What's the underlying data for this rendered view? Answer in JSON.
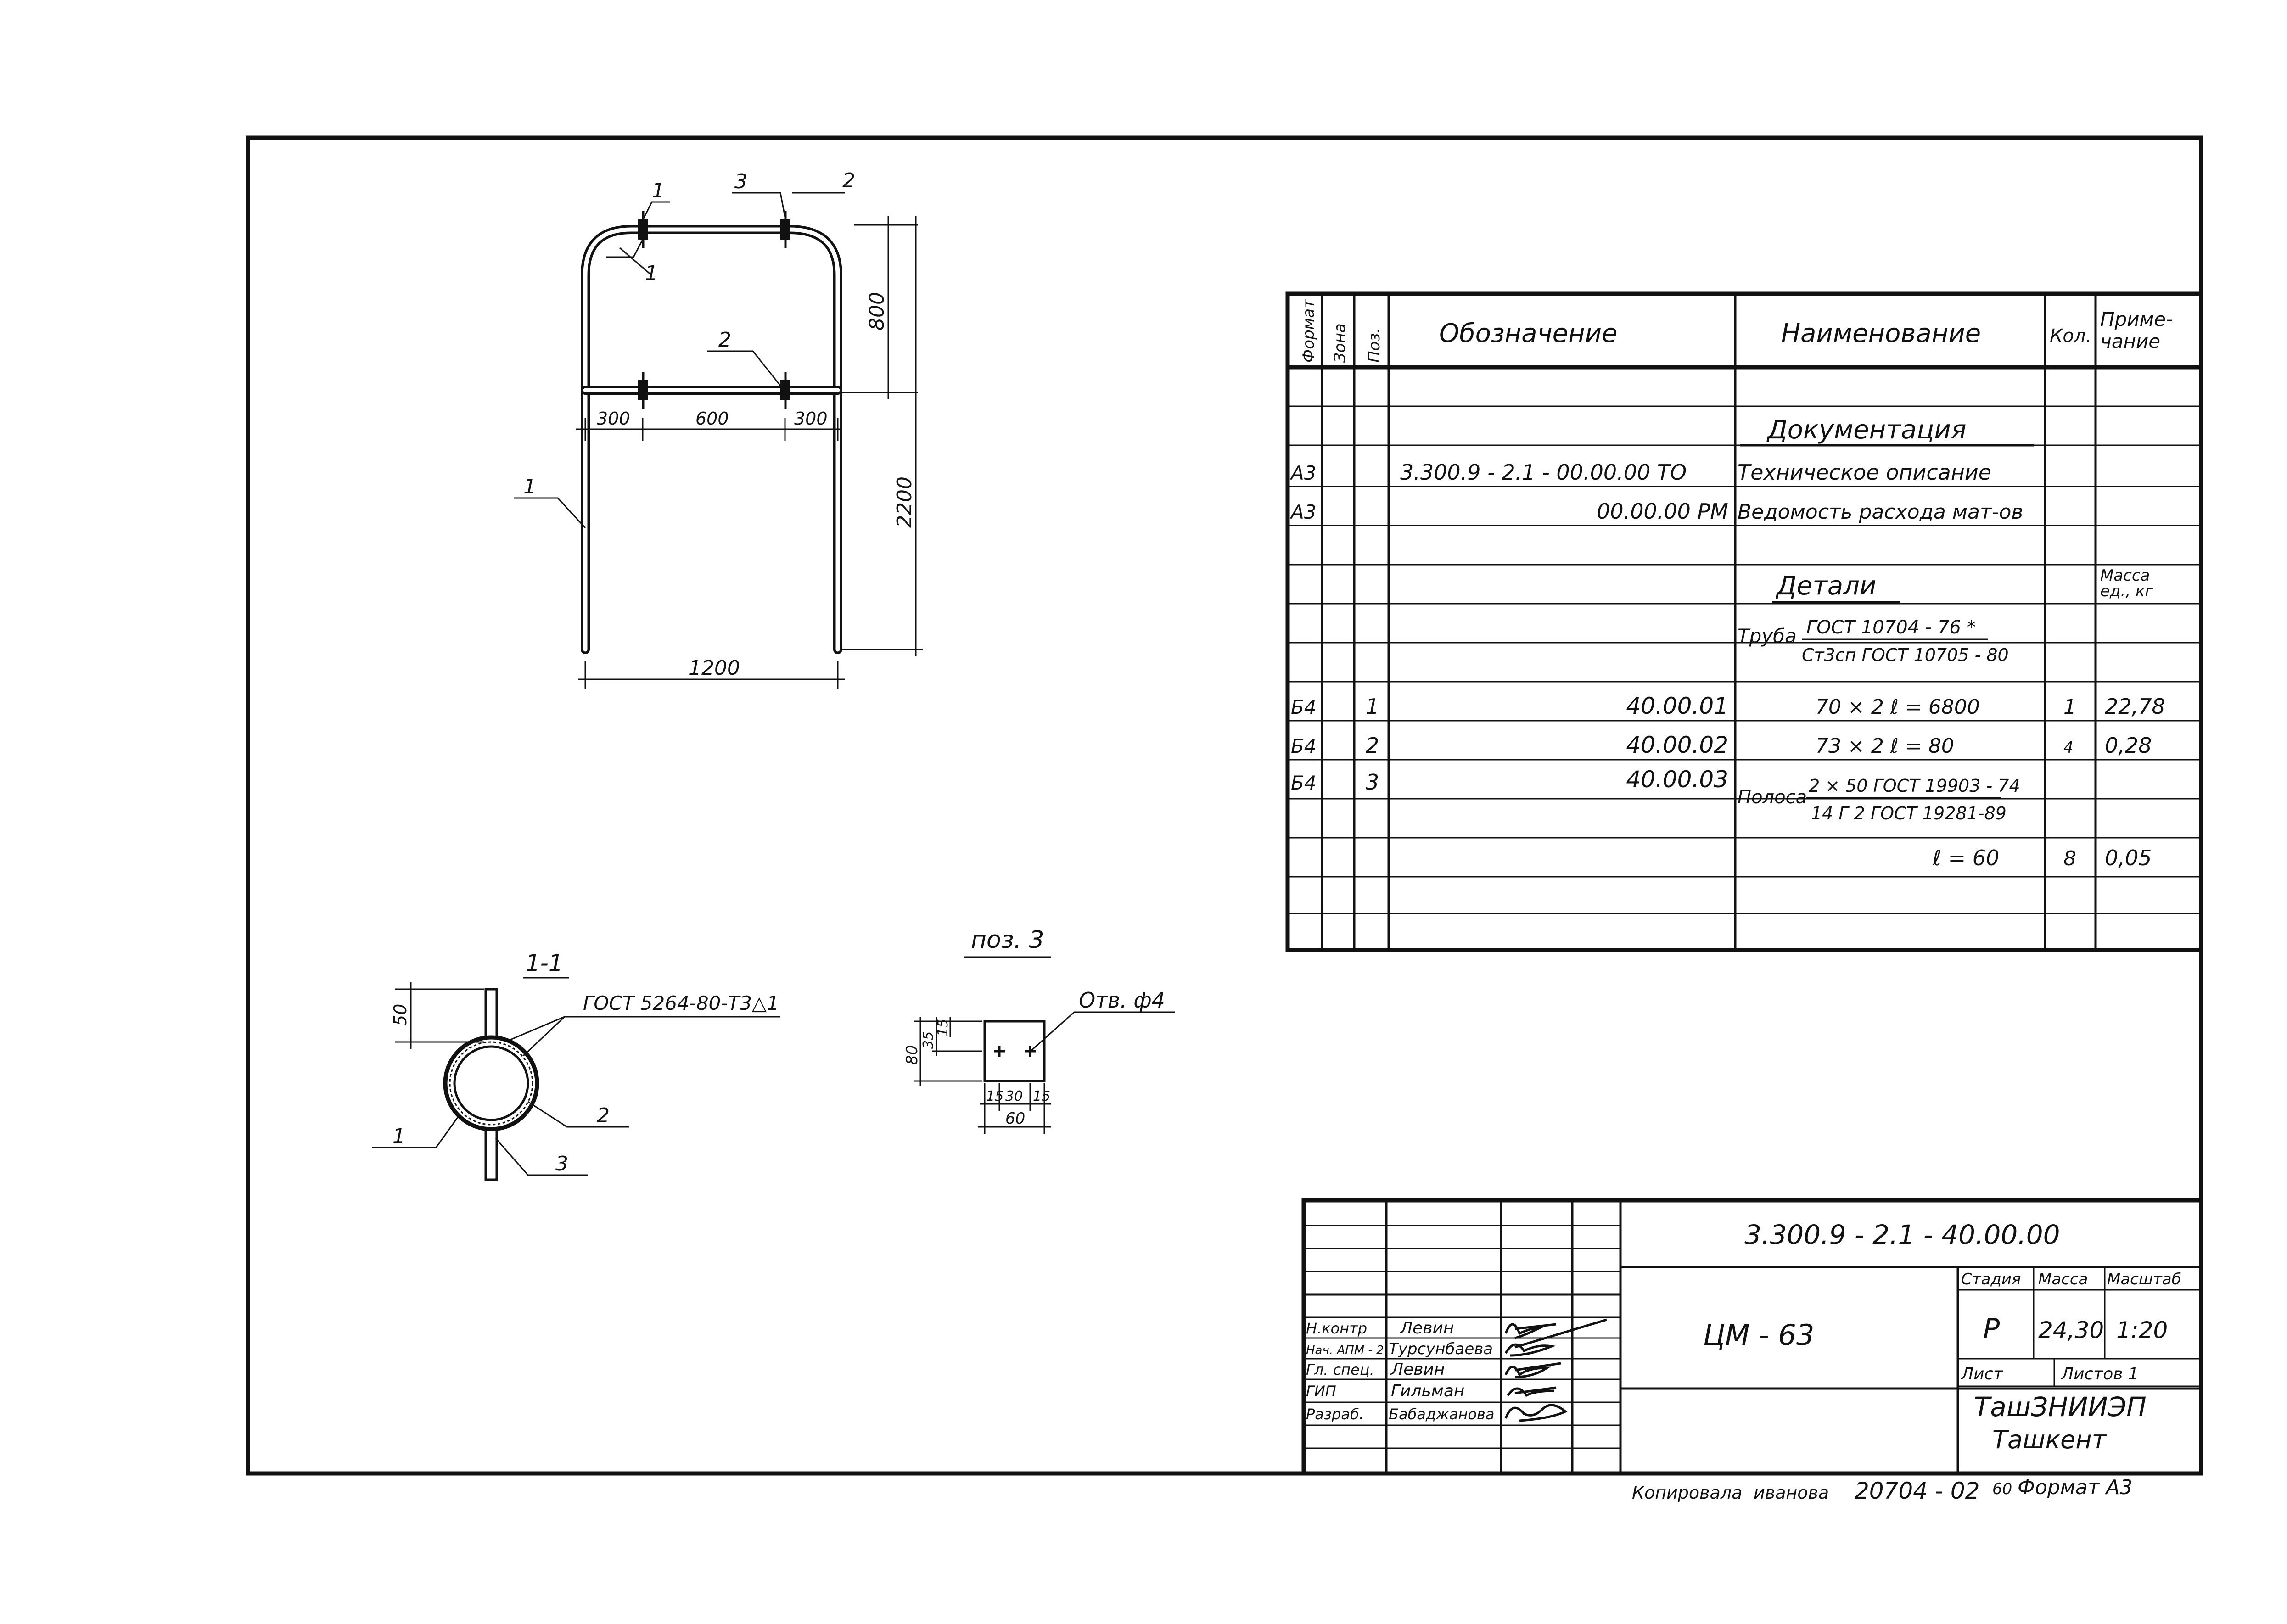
{
  "drawing": {
    "pos_labels": {
      "p1": "1",
      "p2": "2",
      "p3": "3"
    },
    "dims": {
      "d800": "800",
      "d2200": "2200",
      "d300a": "300",
      "d600": "600",
      "d300b": "300",
      "d1200": "1200"
    }
  },
  "section": {
    "title": "1-1",
    "dim50": "50",
    "weld_note": "ГОСТ 5264-80-Т3△1",
    "pos1": "1",
    "pos2": "2",
    "pos3": "3"
  },
  "pos3_detail": {
    "title": "поз. 3",
    "hole_note": "Отв. ф4",
    "dims": {
      "h80": "80",
      "h35": "35",
      "h15v": "15",
      "w15a": "15",
      "w30": "30",
      "w15b": "15",
      "w60": "60"
    }
  },
  "spec": {
    "headers": {
      "format": "Формат",
      "zone": "Зона",
      "pos": "Поз.",
      "designation": "Обозначение",
      "name": "Наименование",
      "qty": "Кол.",
      "note": "Приме-\nчание"
    },
    "section_docs": "Документация",
    "doc_rows": [
      {
        "format": "А3",
        "designation": "3.300.9 - 2.1 - 00.00.00 ТО",
        "name": "Техническое описание"
      },
      {
        "format": "А3",
        "designation": "00.00.00 РМ",
        "name": "Ведомость расхода мат-ов"
      }
    ],
    "section_details": "Детали",
    "mass_header": "Масса ед., кг",
    "pipe_label": "Труба",
    "pipe_num": "ГОСТ 10704 - 76 *",
    "pipe_den": "Ст3сп ГОСТ 10705 - 80",
    "detail_rows": [
      {
        "format": "Б4",
        "pos": "1",
        "designation": "40.00.01",
        "name": "70 × 2     ℓ = 6800",
        "qty": "1",
        "note": "22,78"
      },
      {
        "format": "Б4",
        "pos": "2",
        "designation": "40.00.02",
        "name": "73 × 2     ℓ = 80",
        "qty": "4",
        "note": "0,28"
      },
      {
        "format": "Б4",
        "pos": "3",
        "designation": "40.00.03",
        "name": "",
        "qty": "",
        "note": ""
      }
    ],
    "strip_label": "Полоса",
    "strip_num": "2 × 50 ГОСТ 19903 - 74",
    "strip_den": "14 Г 2   ГОСТ 19281-89",
    "strip_row": {
      "name": "ℓ = 60",
      "qty": "8",
      "note": "0,05"
    }
  },
  "title_block": {
    "code": "3.300.9 - 2.1 - 40.00.00",
    "mark": "ЦМ - 63",
    "stage_h": "Стадия",
    "mass_h": "Масса",
    "scale_h": "Масштаб",
    "stage": "Р",
    "mass": "24,30",
    "scale": "1:20",
    "sheet_h": "Лист",
    "sheets_h": "Листов  1",
    "org1": "ТашЗНИИЭП",
    "org2": "Ташкент",
    "roles": [
      {
        "role": "Н.контр",
        "name": "Левин"
      },
      {
        "role": "Нач. АПМ - 2",
        "name": "Турсунбаева"
      },
      {
        "role": "Гл. спец.",
        "name": "Левин"
      },
      {
        "role": "ГИП",
        "name": "Гильман"
      },
      {
        "role": "Разраб.",
        "name": "Бабаджанова"
      }
    ]
  },
  "footer": {
    "copied": "Копировала",
    "copied_name": "иванова",
    "number": "20704 - 02",
    "format": "Формат А3",
    "format_prefix": "60"
  }
}
